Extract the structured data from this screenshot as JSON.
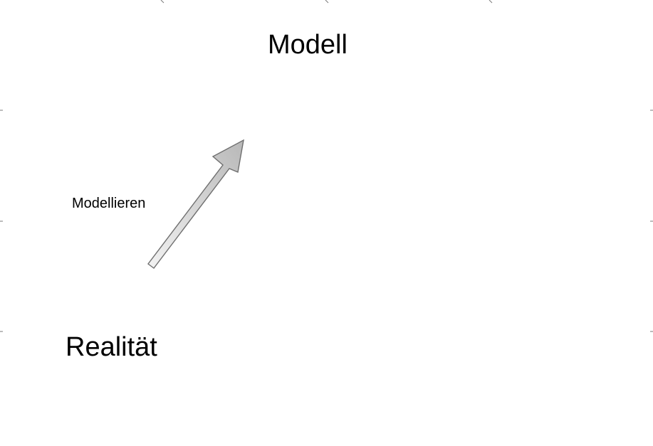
{
  "diagram": {
    "top_label": "Modell",
    "bottom_label": "Realität",
    "arrow_label": "Modellieren",
    "arrow_colors": {
      "fill_start": "#f2f2f2",
      "fill_end": "#b8b8b8",
      "stroke": "#6f6f6f"
    },
    "guide_mark_color": "#7a7a7a"
  }
}
